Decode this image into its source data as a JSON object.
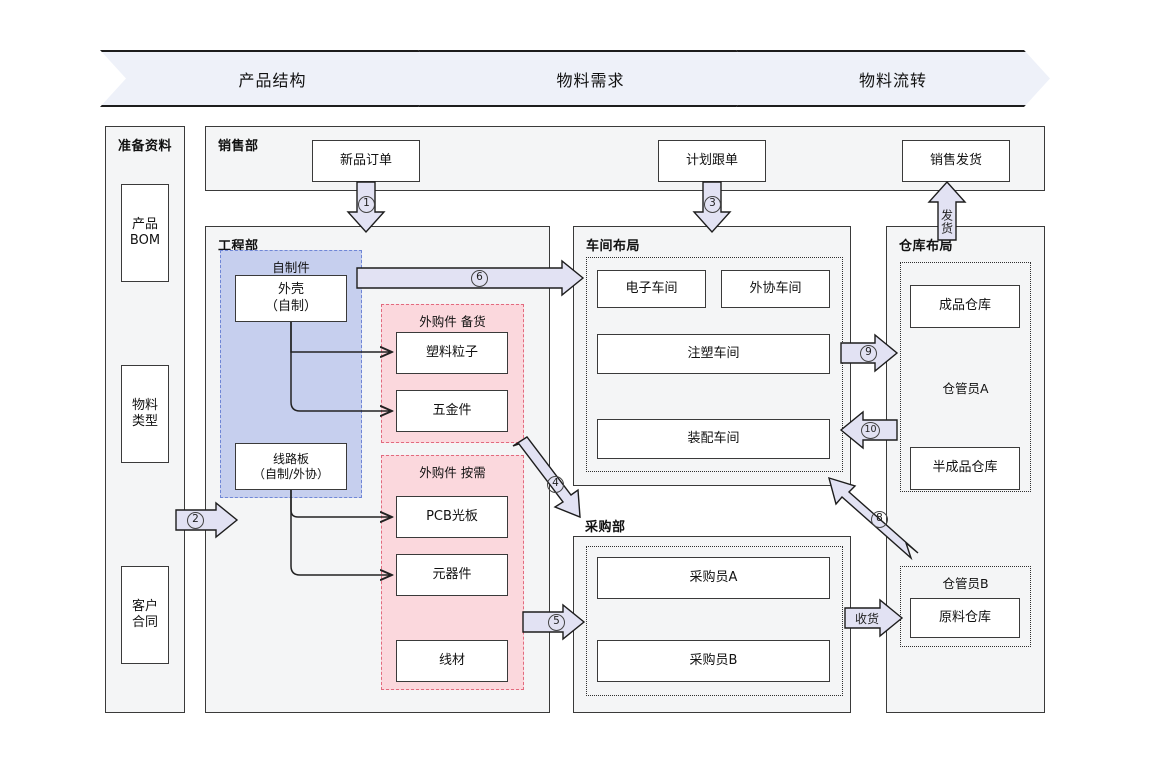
{
  "banner": {
    "stages": [
      {
        "label": "产品结构"
      },
      {
        "label": "物料需求"
      },
      {
        "label": "物料流转"
      }
    ]
  },
  "prep": {
    "title": "准备资料",
    "items": [
      {
        "label": "产品\nBOM"
      },
      {
        "label": "物料\n类型"
      },
      {
        "label": "客户\n合同"
      }
    ]
  },
  "sales": {
    "title": "销售部",
    "items": [
      {
        "label": "新品订单"
      },
      {
        "label": "计划跟单"
      },
      {
        "label": "销售发货"
      }
    ]
  },
  "engineering": {
    "title": "工程部",
    "self_made": {
      "label": "自制件",
      "items": [
        {
          "label": "外壳\n（自制）"
        },
        {
          "label": "线路板\n（自制/外协）"
        }
      ]
    },
    "purchased_stock": {
      "label": "外购件 备货",
      "items": [
        {
          "label": "塑料粒子"
        },
        {
          "label": "五金件"
        }
      ]
    },
    "purchased_ondemand": {
      "label": "外购件 按需",
      "items": [
        {
          "label": "PCB光板"
        },
        {
          "label": "元器件"
        },
        {
          "label": "线材"
        }
      ]
    }
  },
  "workshop": {
    "title": "车间布局",
    "items": [
      {
        "label": "电子车间"
      },
      {
        "label": "外协车间"
      },
      {
        "label": "注塑车间"
      },
      {
        "label": "装配车间"
      }
    ]
  },
  "purchasing": {
    "title": "采购部",
    "items": [
      {
        "label": "采购员A"
      },
      {
        "label": "采购员B"
      }
    ]
  },
  "warehouse": {
    "title": "仓库布局",
    "keeper_a": {
      "label": "仓管员A",
      "items": [
        {
          "label": "成品仓库"
        },
        {
          "label": "半成品仓库"
        }
      ]
    },
    "keeper_b": {
      "label": "仓管员B",
      "items": [
        {
          "label": "原料仓库"
        }
      ]
    }
  },
  "arrows": [
    {
      "id": "a1",
      "label": "1",
      "kind": "number",
      "direction": "down"
    },
    {
      "id": "a2",
      "label": "2",
      "kind": "number",
      "direction": "right"
    },
    {
      "id": "a3",
      "label": "3",
      "kind": "number",
      "direction": "down"
    },
    {
      "id": "a4",
      "label": "4",
      "kind": "number",
      "direction": "down-right"
    },
    {
      "id": "a5",
      "label": "5",
      "kind": "number",
      "direction": "right"
    },
    {
      "id": "a6",
      "label": "6",
      "kind": "number",
      "direction": "right"
    },
    {
      "id": "a8",
      "label": "8",
      "kind": "number",
      "direction": "up-left"
    },
    {
      "id": "a9",
      "label": "9",
      "kind": "number",
      "direction": "right"
    },
    {
      "id": "a10",
      "label": "10",
      "kind": "number",
      "direction": "left"
    },
    {
      "id": "a-ship",
      "label": "发货",
      "kind": "text",
      "direction": "up"
    },
    {
      "id": "a-receive",
      "label": "收货",
      "kind": "text",
      "direction": "right"
    }
  ],
  "colors": {
    "banner_fill": "#eef1f9",
    "panel_fill": "#f4f5f6",
    "self_made_fill": "#c6cfee",
    "purchased_fill": "#fbd8dd",
    "arrow_fill": "#e2e2f3",
    "stroke": "#2f2f2f"
  }
}
